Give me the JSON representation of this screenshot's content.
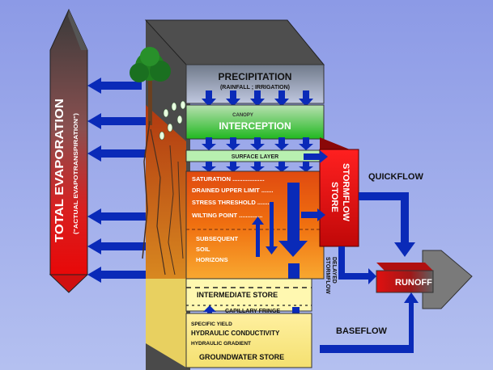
{
  "labels": {
    "total_evaporation": "TOTAL EVAPORATION",
    "actual_evapotranspiration": "(\"ACTUAL EVAPOTRANSPIRATION\")",
    "precipitation": "PRECIPITATION",
    "precipitation_sub": "(RAINFALL ; IRRIGATION)",
    "canopy": "CANOPY",
    "interception": "INTERCEPTION",
    "surface_layer": "SURFACE LAYER",
    "saturation": "SATURATION ...................",
    "drained_upper_limit": "DRAINED UPPER LIMIT .......",
    "stress_threshold": "STRESS THRESHOLD ........",
    "wilting_point": "WILTING POINT ..............",
    "subsequent": "SUBSEQUENT",
    "soil": "SOIL",
    "horizons": "HORIZONS",
    "stormflow": "STORMFLOW",
    "store": "STORE",
    "quickflow": "QUICKFLOW",
    "delayed": "DELAYED",
    "delayed_stormflow": "STORMFLOW",
    "runoff": "RUNOFF",
    "intermediate_store": "INTERMEDIATE STORE",
    "capillary_fringe": "CAPILLARY FRINGE",
    "specific_yield": "SPECIFIC YIELD",
    "hydraulic_conductivity": "HYDRAULIC CONDUCTIVITY",
    "hydraulic_gradient": "HYDRAULIC GRADIENT",
    "baseflow": "BASEFLOW",
    "groundwater_store": "GROUNDWATER STORE"
  },
  "colors": {
    "background": "#9aa8e8",
    "arrow_blue": "#0a2ab8",
    "stormflow_red": "#e01010",
    "interception_green": "#2ec82e",
    "groundwater_yellow": "#f8f078"
  }
}
